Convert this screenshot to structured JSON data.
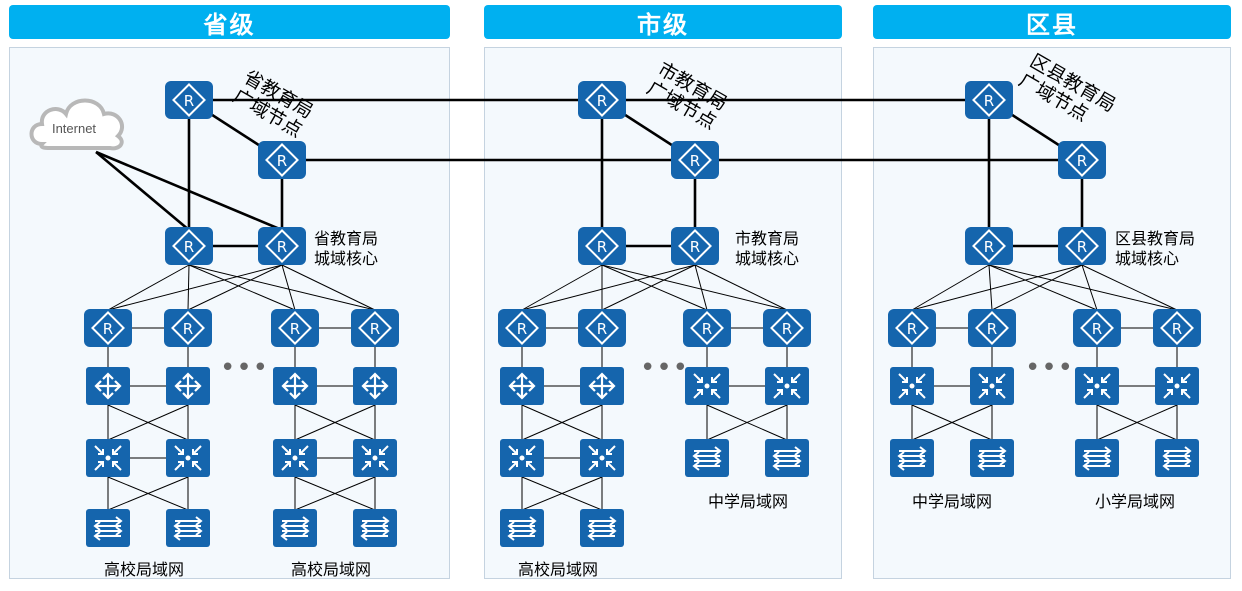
{
  "headers": {
    "province": "省级",
    "city": "市级",
    "county": "区县"
  },
  "internet": {
    "label": "Internet"
  },
  "province": {
    "wan_label_line1": "省教育局",
    "wan_label_line2": "广域节点",
    "core_label_line1": "省教育局",
    "core_label_line2": "城域核心",
    "lan_a": "高校局域网",
    "lan_b": "高校局域网"
  },
  "city": {
    "wan_label_line1": "市教育局",
    "wan_label_line2": "广域节点",
    "core_label_line1": "市教育局",
    "core_label_line2": "城域核心",
    "lan_a": "高校局域网",
    "lan_b": "中学局域网"
  },
  "county": {
    "wan_label_line1": "区县教育局",
    "wan_label_line2": "广域节点",
    "core_label_line1": "区县教育局",
    "core_label_line2": "城域核心",
    "lan_a": "中学局域网",
    "lan_b": "小学局域网"
  },
  "ellipsis": "•••",
  "colors": {
    "header": "#00b0f0",
    "device": "#1565ad",
    "panel": "#f4f9fd"
  },
  "icons": [
    "router-icon",
    "l3-switch-icon",
    "core-switch-icon",
    "l2-switch-icon",
    "cloud-icon"
  ]
}
